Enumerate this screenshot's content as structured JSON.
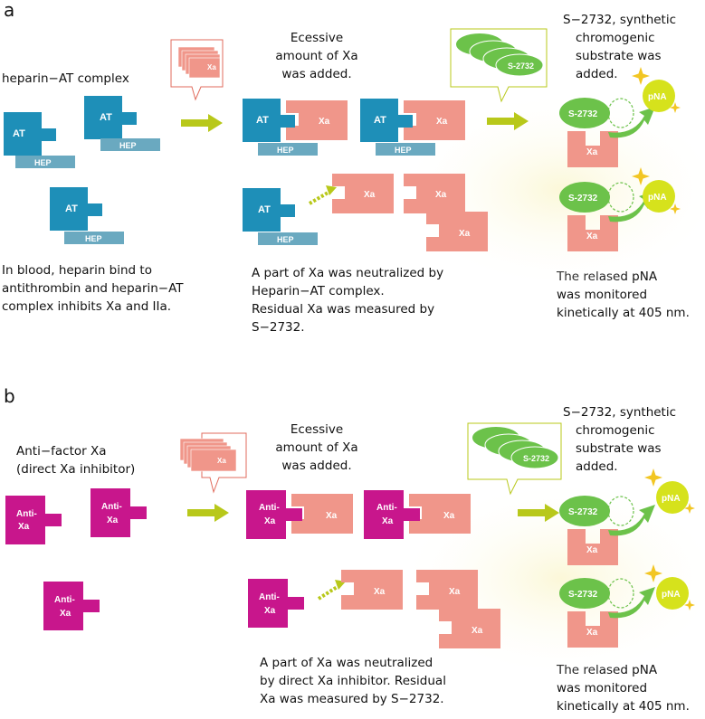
{
  "panel_a": {
    "label": "a",
    "title": "heparin−AT complex",
    "mol_at": "AT",
    "mol_hep": "HEP",
    "mol_xa": "Xa",
    "mol_s2732": "S-2732",
    "mol_pna": "pNA",
    "excess_text": [
      "Ecessive",
      "amount of Xa",
      "was added."
    ],
    "substrate_text": [
      "S−2732, synthetic",
      "chromogenic",
      "substrate was",
      "added."
    ],
    "caption_left": [
      "In blood, heparin bind to",
      "antithrombin and heparin−AT",
      "complex inhibits Xa and IIa."
    ],
    "caption_mid": [
      "A part of Xa was  neutralized by",
      "Heparin−AT complex.",
      "Residual Xa was measured by",
      "S−2732."
    ],
    "caption_right": [
      "The relased pNA",
      "was monitored",
      "kinetically at 405 nm."
    ]
  },
  "panel_b": {
    "label": "b",
    "title": [
      "Anti−factor Xa",
      "(direct Xa inhibitor)"
    ],
    "mol_anti": [
      "Anti-",
      "Xa"
    ],
    "mol_xa": "Xa",
    "mol_s2732": "S-2732",
    "mol_pna": "pNA",
    "excess_text": [
      "Ecessive",
      "amount of Xa",
      "was added."
    ],
    "substrate_text": [
      "S−2732, synthetic",
      "chromogenic",
      "substrate was",
      "added."
    ],
    "caption_mid": [
      "A part of Xa was  neutralized",
      "by direct Xa inhibitor. Residual",
      "Xa was measured by S−2732."
    ],
    "caption_right": [
      "The relased pNA",
      "was monitored",
      "kinetically at 405 nm."
    ]
  },
  "colors": {
    "at_blue": "#1e8fb8",
    "hep_blue": "#6aa9c0",
    "xa_salmon": "#f0968a",
    "anti_magenta": "#c8168c",
    "substrate_green": "#6cc24a",
    "pna_yellow": "#d6e21c",
    "arrow_olive": "#b8c81a"
  }
}
